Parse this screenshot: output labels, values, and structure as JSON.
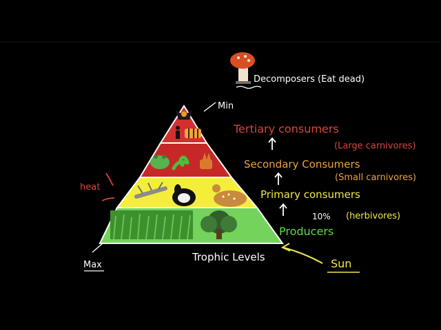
{
  "colors": {
    "background": "#000000",
    "tier_top": "#d32f2f",
    "tier_second": "#c62828",
    "tier_third": "#f4ee3a",
    "tier_bottom": "#73d35a",
    "red_ink": "#d8463b",
    "orange_ink": "#f2a23c",
    "yellow_ink": "#f0e94a",
    "green_ink": "#5fdb45",
    "white_ink": "#ffffff"
  },
  "labels": {
    "decomposers": "Decomposers (Eat dead)",
    "min": "Min",
    "max": "Max",
    "heat": "heat",
    "tertiary": "Tertiary consumers",
    "tertiary_note": "(Large carnivores)",
    "secondary": "Secondary Consumers",
    "secondary_note": "(Small carnivores)",
    "primary": "Primary consumers",
    "ten_percent": "10%",
    "primary_note": "(herbivores)",
    "producers": "Producers",
    "trophic_levels": "Trophic Levels",
    "sun": "Sun"
  },
  "icons": {
    "mushroom": "mushroom-icon",
    "eagle": "eagle-icon",
    "human": "human-icon",
    "tiger": "tiger-icon",
    "frog": "frog-icon",
    "snake": "snake-icon",
    "fox": "fox-icon",
    "grasshopper": "grasshopper-icon",
    "rabbit": "rabbit-icon",
    "deer": "deer-icon",
    "grass": "grass-icon",
    "tree": "tree-icon"
  }
}
